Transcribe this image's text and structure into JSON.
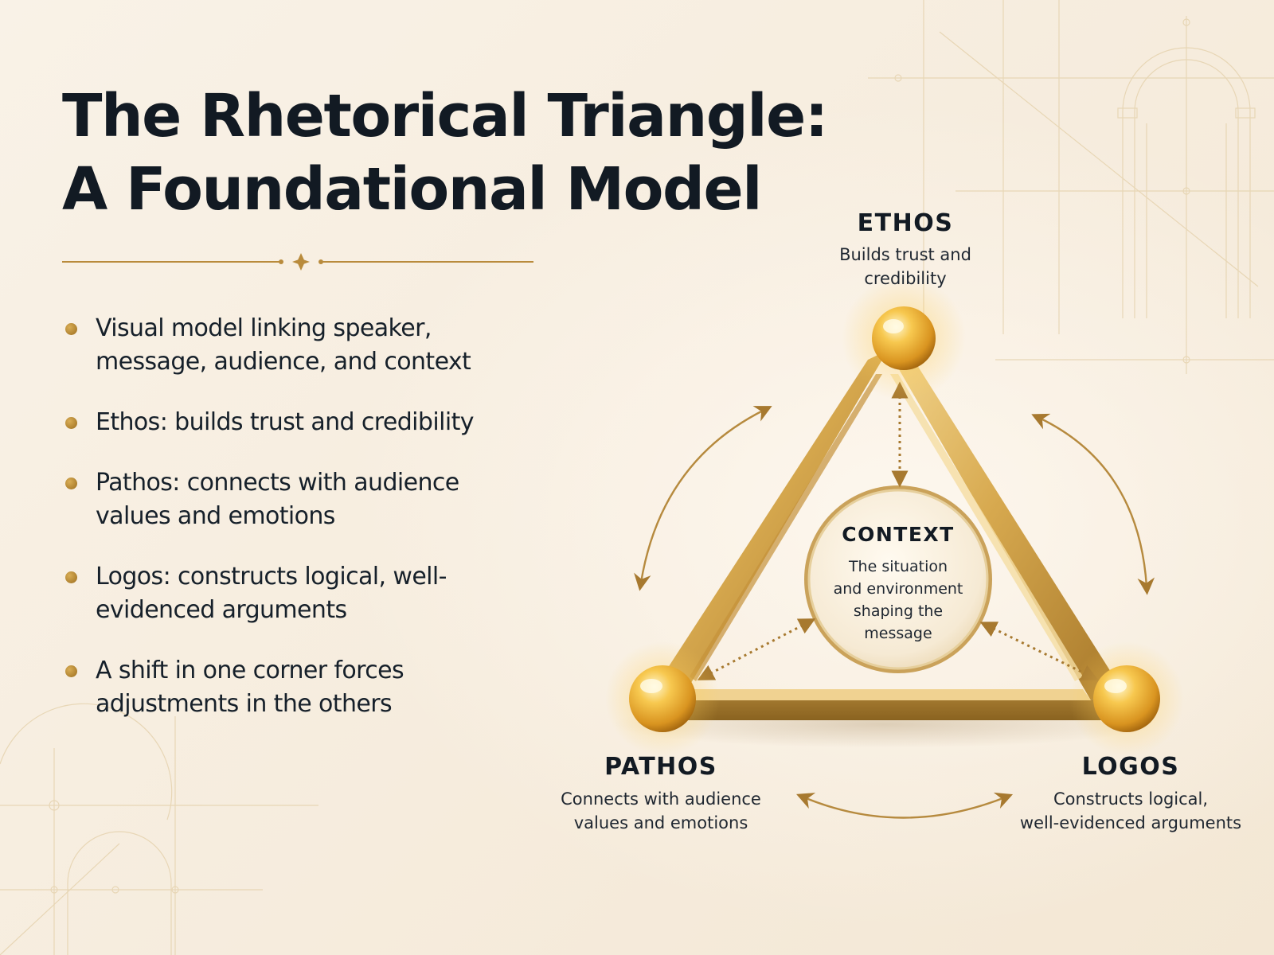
{
  "title": {
    "line1": "The Rhetorical Triangle:",
    "line2": "A Foundational Model"
  },
  "bullets": [
    {
      "text": "Visual model linking speaker, message, audience, and context"
    },
    {
      "text": "Ethos: builds trust and credibility"
    },
    {
      "text": "Pathos: connects with audience values and emotions"
    },
    {
      "text": "Logos: constructs logical, well-evidenced arguments"
    },
    {
      "text": "A shift in one corner forces adjustments in the others"
    }
  ],
  "nodes": {
    "ethos": {
      "title": "ETHOS",
      "line1": "Builds trust and",
      "line2": "credibility"
    },
    "pathos": {
      "title": "PATHOS",
      "line1": "Connects with audience",
      "line2": "values and emotions"
    },
    "logos": {
      "title": "LOGOS",
      "line1": "Constructs logical,",
      "line2": "well-evidenced arguments"
    }
  },
  "context": {
    "title": "CONTEXT",
    "line1": "The situation",
    "line2": "and environment",
    "line3": "shaping the",
    "line4": "message"
  },
  "colors": {
    "gold": "#c89a45",
    "gold_dark": "#9c6e1f",
    "text": "#121a23",
    "background": "#f7efe2"
  }
}
